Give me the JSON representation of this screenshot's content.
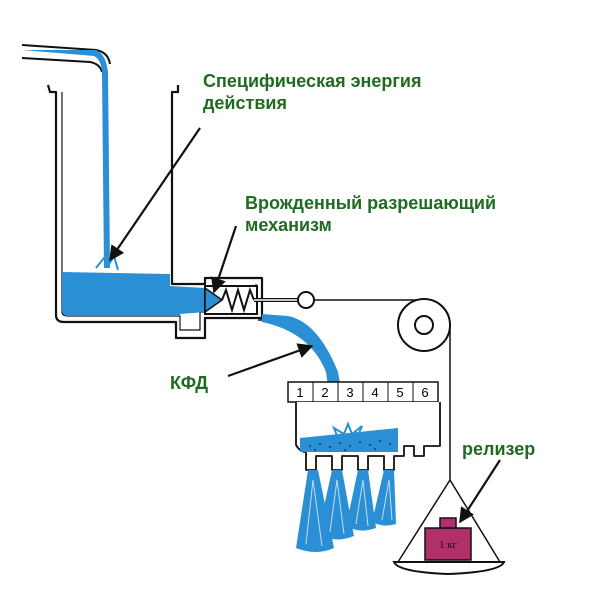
{
  "labels": {
    "energy_line1": "Специфическая энергия",
    "energy_line2": "действия",
    "mechanism_line1": "Врожденный разрешающий",
    "mechanism_line2": "механизм",
    "kfd": "КФД",
    "releaser": "релизер"
  },
  "scale_ticks": [
    "1",
    "2",
    "3",
    "4",
    "5",
    "6"
  ],
  "weight_label": "1 кг",
  "colors": {
    "label_text": "#1f6b1f",
    "water": "#2b8fd6",
    "weight": "#b0306a",
    "ink": "#111111"
  }
}
